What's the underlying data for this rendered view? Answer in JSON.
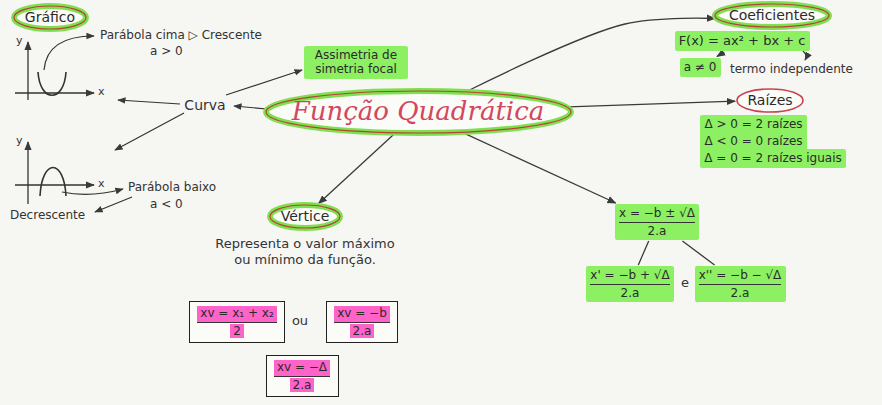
{
  "diagram": {
    "nodes": [
      {
        "text": [
          "Gráfico"
        ]
      },
      {
        "text": [
          "Assimetria de simetria focal"
        ]
      },
      {
        "text": [
          "Função Quadrática"
        ]
      },
      {
        "text": [
          "Coeficientes"
        ]
      },
      {
        "text": [
          "F(x) = ax² + bx + c"
        ]
      },
      {
        "text": [
          "a ≠ 0"
        ]
      },
      {
        "text": [
          "Raízes"
        ]
      },
      {
        "text": [
          "Δ > 0 = 2 raízes"
        ]
      },
      {
        "text": [
          "Δ < 0 = 0 raízes"
        ]
      },
      {
        "text": [
          "Δ = 0 = 2 raízes iguais"
        ]
      },
      {
        "text": [
          "Vértice"
        ]
      },
      {
        "text": [
          "xv = x₁ + x₂",
          "2"
        ]
      },
      {
        "text": [
          "xv = −b",
          "2.a"
        ]
      },
      {
        "text": [
          "xv = −Δ",
          "2.a"
        ]
      },
      {
        "text": [
          "x = −b ± √Δ",
          "2.a"
        ]
      },
      {
        "text": [
          "x' = −b + √Δ",
          "2.a"
        ]
      },
      {
        "text": [
          "x'' = −b − √Δ",
          "2.a"
        ]
      }
    ],
    "edges": [
      {
        "from": 2,
        "to": 3,
        "arrow": "to"
      },
      {
        "from": 4,
        "to": 5,
        "arrow": "to"
      },
      {
        "from": 2,
        "to": 6,
        "arrow": "to"
      },
      {
        "from": 2,
        "to": 10,
        "arrow": "to"
      },
      {
        "from": 2,
        "to": 14,
        "arrow": "to"
      },
      {
        "from": 14,
        "to": 15,
        "arrow": "none"
      },
      {
        "from": 14,
        "to": 16,
        "arrow": "none"
      }
    ],
    "labels": [
      "Parábola cima ▷ Crescente",
      "a > 0",
      "y",
      "x",
      "Curva",
      "y",
      "x",
      "Parábola baixo",
      "a < 0",
      "Decrescente",
      "termo independente",
      "Representa o valor máximo ou mínimo da função.",
      "ou",
      "e"
    ]
  }
}
